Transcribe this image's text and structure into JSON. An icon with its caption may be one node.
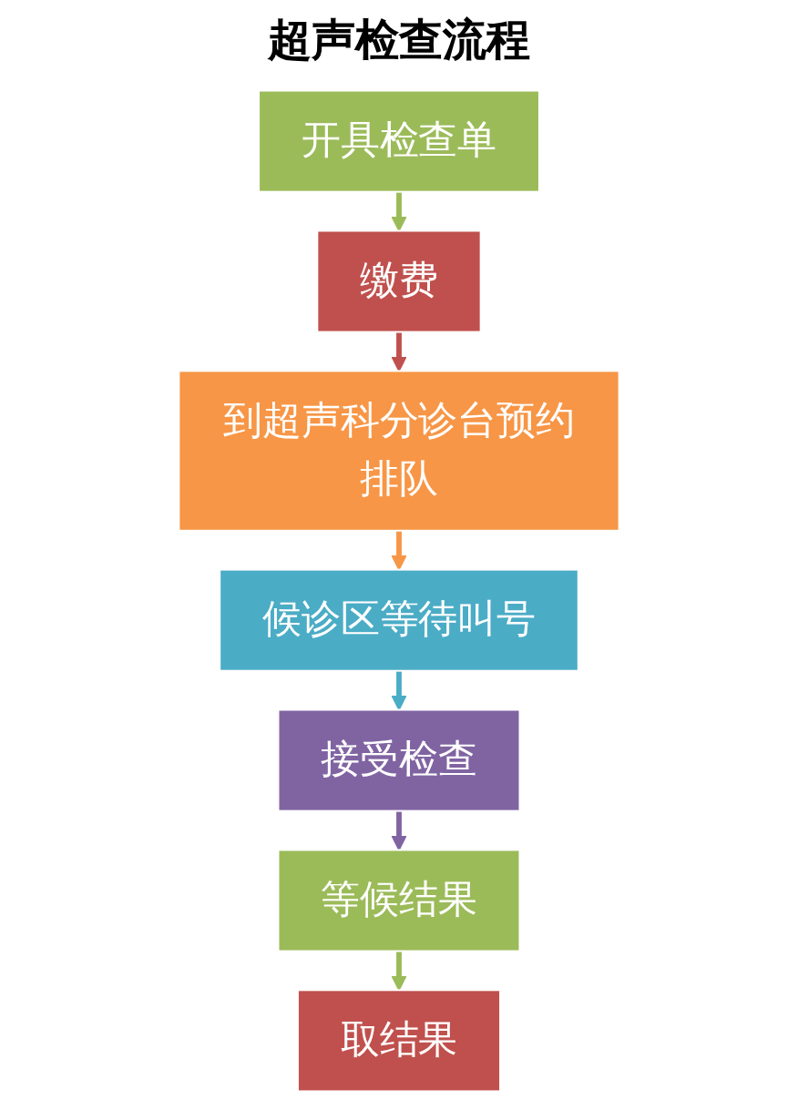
{
  "diagram": {
    "title": "超声检查流程",
    "nodes": [
      {
        "text": [
          "开具检查单"
        ]
      },
      {
        "text": [
          "缴费"
        ]
      },
      {
        "text": [
          "到超声科分诊台预约排队"
        ]
      },
      {
        "text": [
          "候诊区等待叫号"
        ]
      },
      {
        "text": [
          "接受检查"
        ]
      },
      {
        "text": [
          "等候结果"
        ]
      },
      {
        "text": [
          "取结果"
        ]
      }
    ],
    "edges": [
      {
        "from": 0,
        "to": 1,
        "arrow": "to",
        "color": "#9bbb59"
      },
      {
        "from": 1,
        "to": 2,
        "arrow": "to",
        "color": "#c0504d"
      },
      {
        "from": 2,
        "to": 3,
        "arrow": "to",
        "color": "#f79646"
      },
      {
        "from": 3,
        "to": 4,
        "arrow": "to",
        "color": "#4bacc6"
      },
      {
        "from": 4,
        "to": 5,
        "arrow": "to",
        "color": "#8064a2"
      },
      {
        "from": 5,
        "to": 6,
        "arrow": "to",
        "color": "#9bbb59"
      }
    ]
  }
}
